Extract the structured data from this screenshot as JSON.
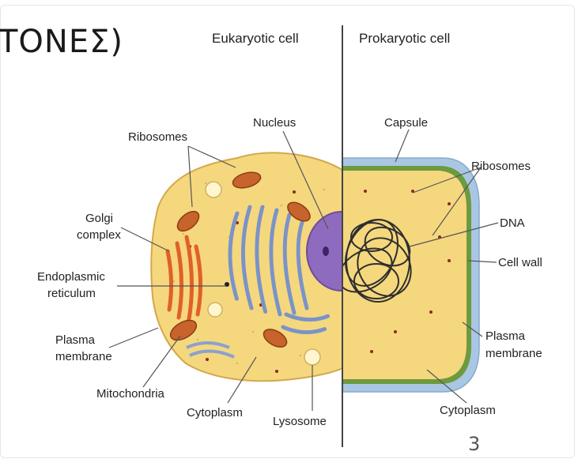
{
  "slide": {
    "title_fragment": "ΤΟΝΕΣ)",
    "page_number": "3"
  },
  "diagram": {
    "headers": {
      "eukaryotic": "Eukaryotic cell",
      "prokaryotic": "Prokaryotic cell"
    },
    "eukaryotic_labels": {
      "ribosomes": "Ribosomes",
      "nucleus": "Nucleus",
      "golgi_1": "Golgi",
      "golgi_2": "complex",
      "er_1": "Endoplasmic",
      "er_2": "reticulum",
      "plasma_1": "Plasma",
      "plasma_2": "membrane",
      "mitochondria": "Mitochondria",
      "cytoplasm": "Cytoplasm",
      "lysosome": "Lysosome"
    },
    "prokaryotic_labels": {
      "capsule": "Capsule",
      "ribosomes": "Ribosomes",
      "dna": "DNA",
      "cell_wall": "Cell wall",
      "plasma_1": "Plasma",
      "plasma_2": "membrane",
      "cytoplasm": "Cytoplasm"
    },
    "colors": {
      "cytoplasm": "#f5d77e",
      "capsule": "#a9c7e3",
      "cell_wall": "#6d9a3e",
      "nucleus": "#8f6bbf",
      "golgi": "#e0602a",
      "er": "#7a93c8",
      "mitochondria": "#c7632b"
    }
  }
}
